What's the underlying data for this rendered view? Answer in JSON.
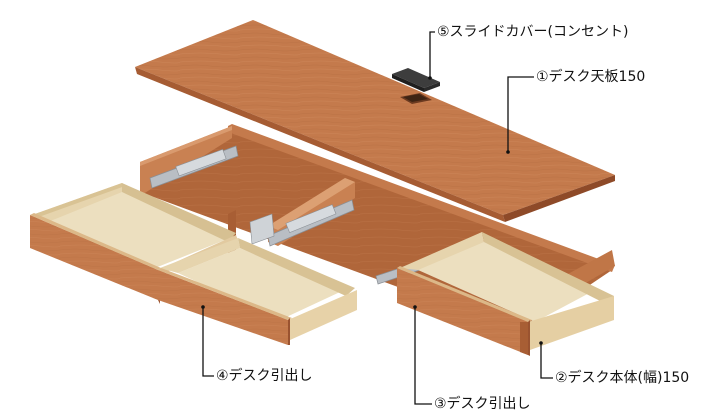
{
  "colors": {
    "wood_face": "#c97f52",
    "wood_top": "#c47a4c",
    "wood_dark": "#9c5530",
    "wood_interior": "#b46a3e",
    "drawer_floor": "#eadfc1",
    "drawer_inner_side": "#d8c49c",
    "rail_metal": "#b9bec4",
    "leader_line": "#111111"
  },
  "labels": {
    "top_board": "①デスク天板150",
    "desk_body": "②デスク本体(幅)150",
    "drawer_center": "③デスク引出し",
    "drawer_left": "④デスク引出し",
    "slide_cover": "⑤スライドカバー(コンセント)"
  },
  "icons": {
    "slide_cover": "slide-cover-icon",
    "outlet_hole": "outlet-hole-icon",
    "rail": "slide-rail-icon"
  }
}
